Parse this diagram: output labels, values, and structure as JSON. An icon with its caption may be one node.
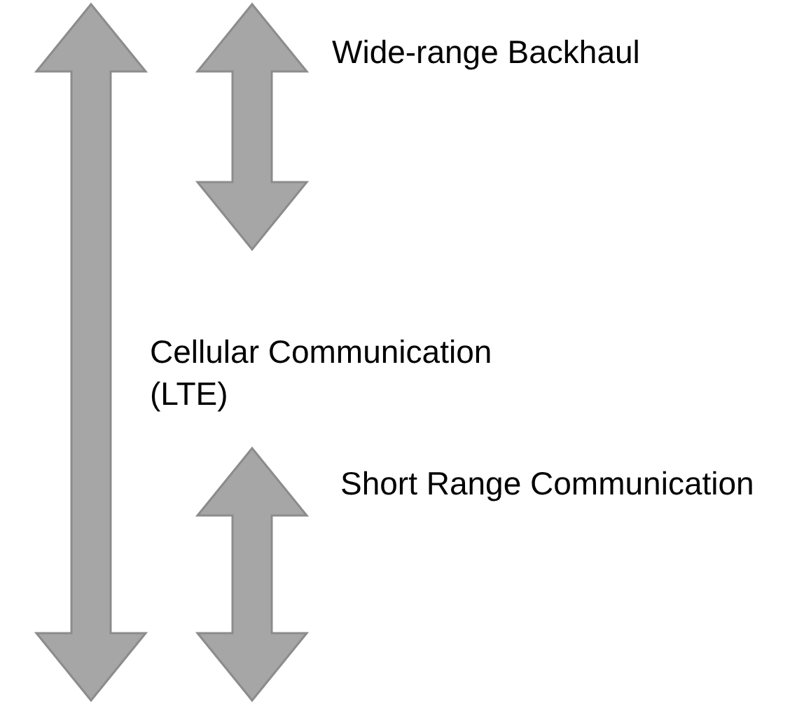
{
  "diagram": {
    "labels": [
      "Wide-range Backhaul",
      "Cellular Communication (LTE)",
      "Short Range Communication"
    ]
  }
}
